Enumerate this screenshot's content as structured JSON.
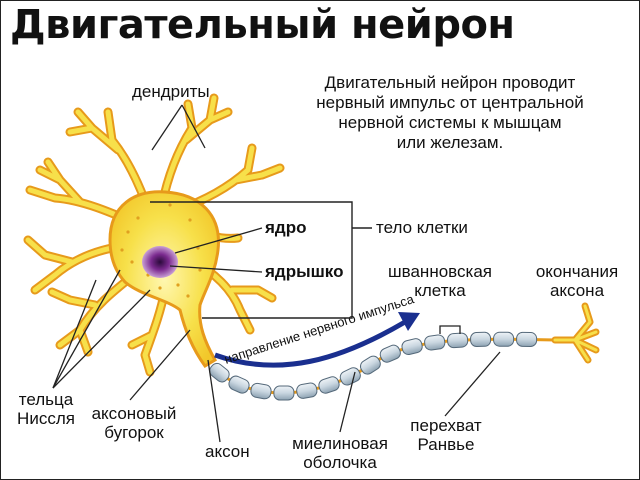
{
  "title": "Двигательный нейрон",
  "description": [
    "Двигательный нейрон проводит",
    "нервный импульс от центральной",
    "нервной системы к мышцам",
    "или железам."
  ],
  "labels": {
    "dendrites": "дендриты",
    "cell_body": "тело клетки",
    "nucleus": "ядро",
    "nucleolus": "ядрышко",
    "schwann_cell": [
      "шванновская",
      "клетка"
    ],
    "axon_endings": [
      "окончания",
      "аксона"
    ],
    "impulse_direction": "направление нервного импульса",
    "nissl_bodies": [
      "тельца",
      "Нисcля"
    ],
    "axon_hillock": [
      "аксоновый",
      "бугорок"
    ],
    "axon": "аксон",
    "myelin_sheath": [
      "миелиновая",
      "оболочка"
    ],
    "node_of_ranvier": [
      "перехват",
      "Ранвье"
    ]
  },
  "colors": {
    "neuron_fill": "#f7e04a",
    "neuron_outline": "#e79a1b",
    "nucleus": "#7b2a8f",
    "myelin": "#c9d6e0",
    "arrow": "#1a2f8f"
  }
}
